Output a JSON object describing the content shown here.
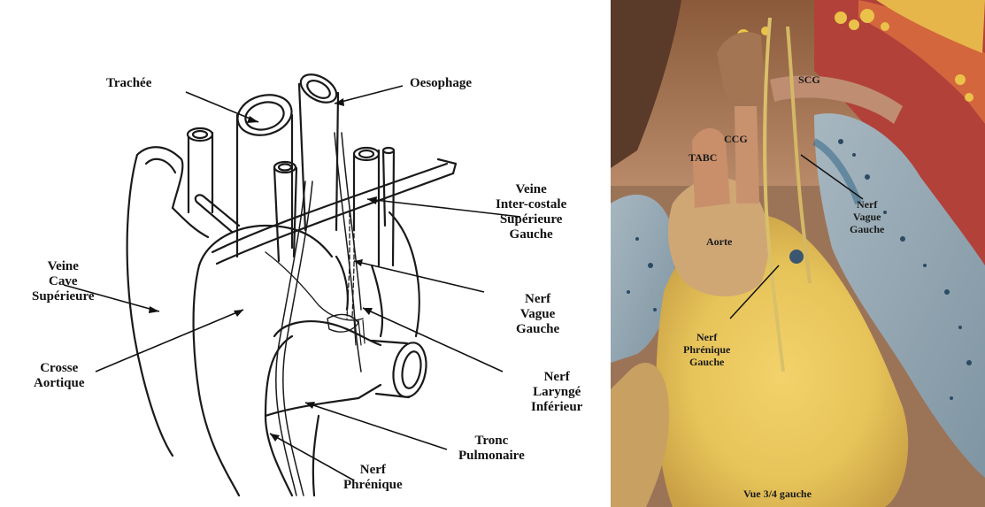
{
  "diagram": {
    "labels": {
      "trachee": "Trachée",
      "oesophage": "Oesophage",
      "veine_intercostale": [
        "Veine",
        "Inter-costale",
        "Supérieure",
        "Gauche"
      ],
      "veine_cave": [
        "Veine",
        "Cave",
        "Supérieure"
      ],
      "nerf_vague": [
        "Nerf",
        "Vague",
        "Gauche"
      ],
      "crosse_aortique": [
        "Crosse",
        "Aortique"
      ],
      "nerf_larynge": [
        "Nerf",
        "Laryngé",
        "Inférieur"
      ],
      "tronc_pulmonaire": [
        "Tronc",
        "Pulmonaire"
      ],
      "nerf_phrenique": [
        "Nerf",
        "Phrénique"
      ]
    }
  },
  "photo": {
    "labels": {
      "scg": "SCG",
      "ccg": "CCG",
      "tabc": "TABC",
      "aorte": "Aorte",
      "nerf_vague": [
        "Nerf",
        "Vague",
        "Gauche"
      ],
      "nerf_phrenique": [
        "Nerf",
        "Phrénique",
        "Gauche"
      ],
      "caption": "Vue 3/4 gauche"
    }
  }
}
